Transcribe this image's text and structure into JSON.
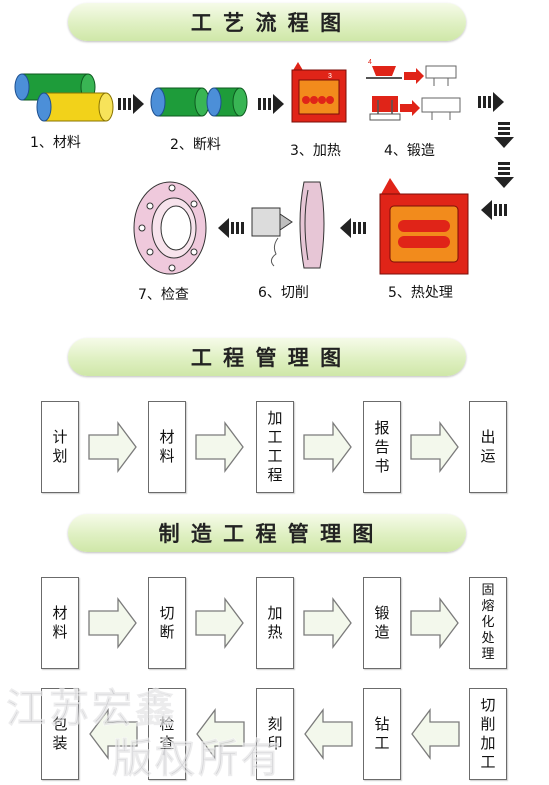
{
  "banners": {
    "process": "工 艺 流 程 图",
    "management": "工 程 管 理 图",
    "manufacturing": "制 造 工 程 管 理 图"
  },
  "process_steps": {
    "s1": "1、材料",
    "s2": "2、断料",
    "s3": "3、加热",
    "s4": "4、锻造",
    "s5": "5、热处理",
    "s6": "6、切削",
    "s7": "7、检查"
  },
  "management_flow": [
    "计划",
    "材料",
    "加工工程",
    "报告书",
    "出运"
  ],
  "manufacturing_row1": [
    "材料",
    "切断",
    "加热",
    "锻造",
    "固熔化处理"
  ],
  "manufacturing_row2": [
    "包装",
    "检查",
    "刻印",
    "钻工",
    "切削加工"
  ],
  "watermark": {
    "line1": "江苏宏鑫",
    "line2": "版权所有"
  },
  "colors": {
    "banner_green": "#dff0c2",
    "billet_green": "#1e9c3a",
    "billet_yellow": "#f2d21a",
    "billet_end_blue": "#4c8fd8",
    "furnace_red": "#e02418",
    "furnace_orange": "#f28b1c",
    "ring_pink": "#efc9dc",
    "box_border": "#6b6b6b"
  }
}
